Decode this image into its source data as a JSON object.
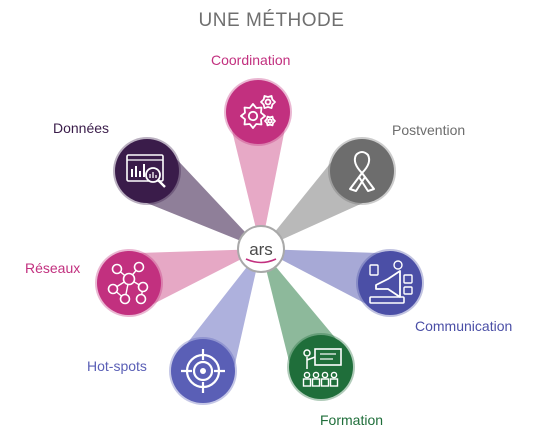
{
  "title": "UNE MÉTHODE",
  "hub": {
    "logo_text": "ars"
  },
  "spokes": [
    {
      "key": "coordination",
      "label": "Coordination",
      "color": "#c2307f",
      "beam": "#e7a9c6",
      "icon": "gears-icon"
    },
    {
      "key": "postvention",
      "label": "Postvention",
      "color": "#6d6d6d",
      "beam": "#b9b9b9",
      "icon": "ribbon-icon"
    },
    {
      "key": "communication",
      "label": "Communication",
      "color": "#4b4fa6",
      "beam": "#a7a9d6",
      "icon": "megaphone-icon"
    },
    {
      "key": "formation",
      "label": "Formation",
      "color": "#1f6e3a",
      "beam": "#8db99b",
      "icon": "training-icon"
    },
    {
      "key": "hot-spots",
      "label": "Hot-spots",
      "color": "#5a5fb6",
      "beam": "#aeb1dd",
      "icon": "target-icon"
    },
    {
      "key": "reseaux",
      "label": "Réseaux",
      "color": "#c2307f",
      "beam": "#e6a8c5",
      "icon": "network-icon"
    },
    {
      "key": "donnees",
      "label": "Données",
      "color": "#3a1c4a",
      "beam": "#8f7f99",
      "icon": "data-analysis-icon"
    }
  ],
  "colors": {
    "title": "#6f6f6f",
    "hub_ring": "#a9a9a9",
    "logo_dark": "#4a4a4a",
    "logo_accent": "#c2307f"
  }
}
